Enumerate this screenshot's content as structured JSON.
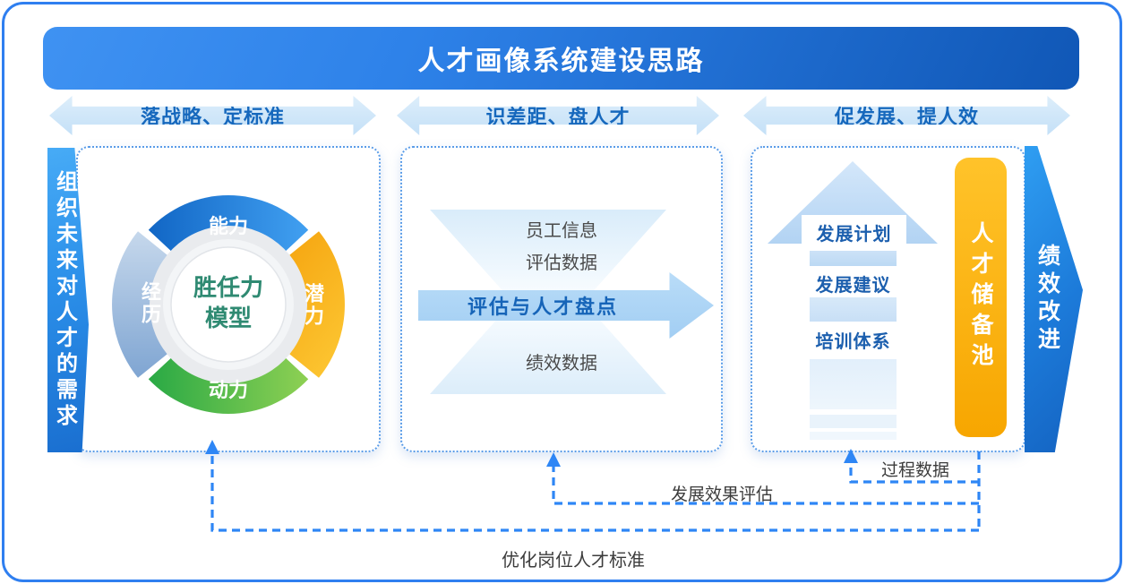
{
  "title": "人才画像系统建设思路",
  "phases": [
    {
      "label": "落战略、定标准"
    },
    {
      "label": "识差距、盘人才"
    },
    {
      "label": "促发展、提人效"
    }
  ],
  "left_panel": {
    "side_banner": "组织未来对人才的需求",
    "competency_model": {
      "center": "胜任力模型",
      "top": "能力",
      "left": "经历",
      "right": "潜力",
      "bottom": "动力"
    }
  },
  "middle_panel": {
    "input_1": "员工信息",
    "input_2": "评估数据",
    "arrow_label": "评估与人才盘点",
    "input_3": "绩效数据"
  },
  "right_panel": {
    "ladder_step_1": "发展计划",
    "ladder_step_2": "发展建议",
    "ladder_step_3": "培训体系",
    "talent_pool": "人才储备池",
    "side_banner": "绩效改进"
  },
  "feedback_loops": {
    "process_data": "过程数据",
    "development_effect": "发展效果评估",
    "optimize_standard": "优化岗位人才标准"
  },
  "colors": {
    "primary_blue": "#2e7fe8",
    "phase_arrow_fill": "#c9e2f8",
    "pool_orange": "#f9ac06",
    "wedge_blue": "#1e7bd8",
    "wedge_lightblue": "#9dbede",
    "wedge_orange": "#f7a41b",
    "wedge_green": "#4cbf4f",
    "center_text_green": "#2f8a72",
    "connector_blue": "#2e86f5"
  }
}
